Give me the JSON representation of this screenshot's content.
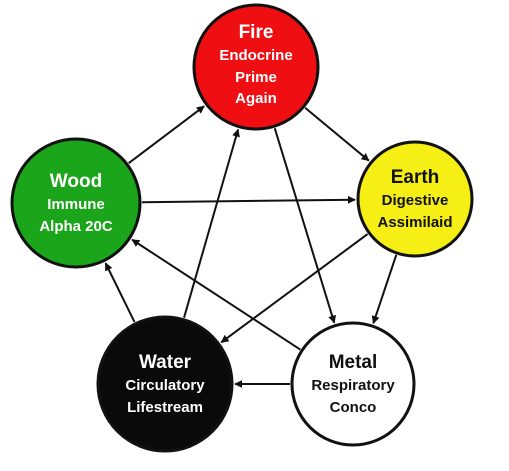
{
  "elements": {
    "fire": {
      "title": "Fire",
      "line2": "Endocrine",
      "line3": "Prime Again",
      "color": "#ef0f12",
      "text_color": "#ffffff"
    },
    "earth": {
      "title": "Earth",
      "line2": "Digestive",
      "line3": "Assimilaid",
      "color": "#f5ef15",
      "text_color": "#111111"
    },
    "metal": {
      "title": "Metal",
      "line2": "Respiratory",
      "line3": "Conco",
      "color": "#ffffff",
      "text_color": "#111111"
    },
    "water": {
      "title": "Water",
      "line2": "Circulatory",
      "line3": "Lifestream",
      "color": "#0a0a0a",
      "text_color": "#ffffff"
    },
    "wood": {
      "title": "Wood",
      "line2": "Immune",
      "line3": "Alpha 20C",
      "color": "#1aa51a",
      "text_color": "#ffffff"
    }
  },
  "generating_cycle": [
    {
      "from": "fire",
      "to": "earth"
    },
    {
      "from": "earth",
      "to": "metal"
    },
    {
      "from": "metal",
      "to": "water"
    },
    {
      "from": "water",
      "to": "wood"
    },
    {
      "from": "wood",
      "to": "fire"
    }
  ],
  "controlling_cycle": [
    {
      "from": "fire",
      "to": "metal"
    },
    {
      "from": "metal",
      "to": "wood"
    },
    {
      "from": "wood",
      "to": "earth"
    },
    {
      "from": "earth",
      "to": "water"
    },
    {
      "from": "water",
      "to": "fire"
    }
  ]
}
